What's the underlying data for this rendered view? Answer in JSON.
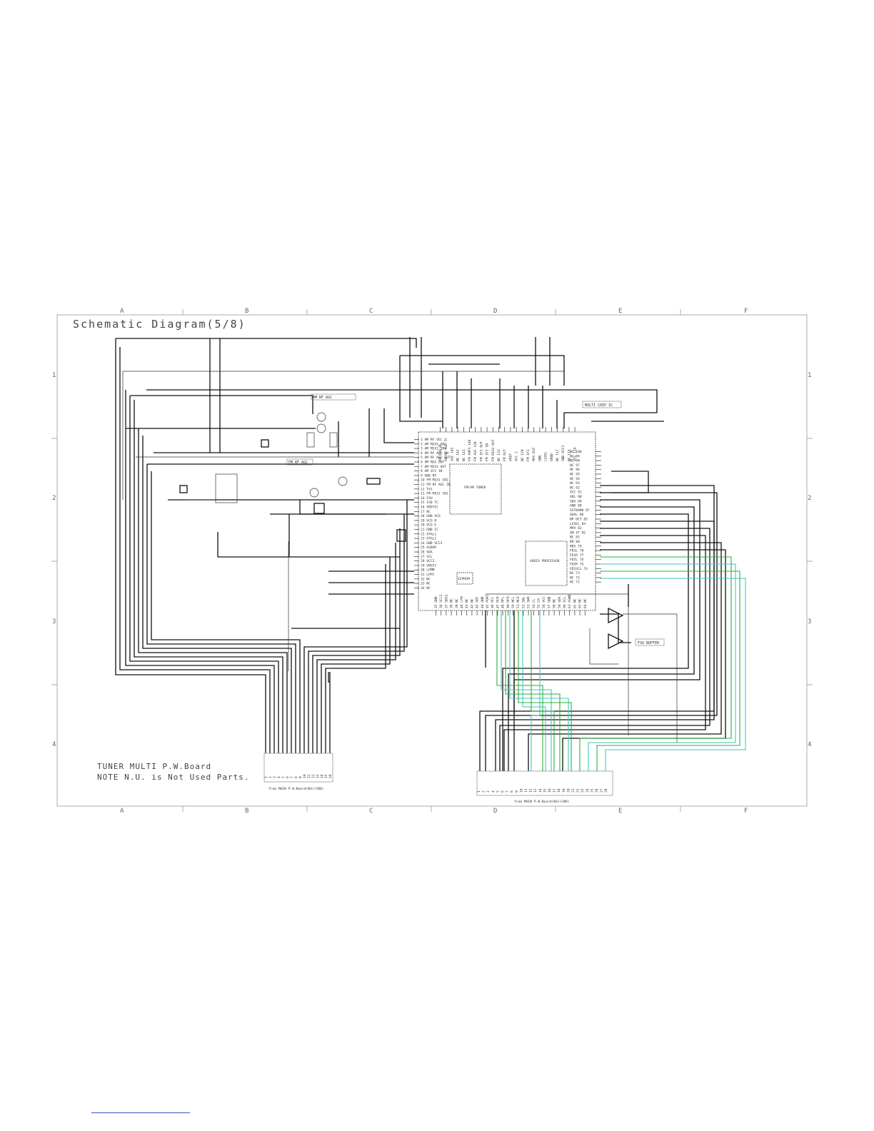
{
  "diagram": {
    "title": "Schematic Diagram(5/8)",
    "note_line1": "TUNER MULTI P.W.Board",
    "note_line2": "NOTE N.U. is Not Used Parts.",
    "col_labels": [
      "A",
      "B",
      "C",
      "D",
      "E",
      "F"
    ],
    "row_labels": [
      "1",
      "2",
      "3",
      "4"
    ],
    "chip_label": "MULTI CHIP IC",
    "tuner_label": "FM/AM TUNER",
    "processor_label": "AUDIO PROCESSOR",
    "eeprom_label": "EEPROM",
    "am_rf_agc": "AM RF AGC",
    "fm_rf_agc": "FM RF AGC",
    "fsu_buffer": "FSU BUFFER",
    "connector_left_caption": "from MAIN P.W.Board(N4)(CN8)",
    "connector_right_caption": "from MAIN P.W.Board(N4)(CN9)",
    "left_pins": [
      "1 AM RF SEL",
      "2 AM MIX1 IN2",
      "3 AM MIX1 IN1",
      "4 AM RF AGC IN",
      "5 AM RF AGC OUT",
      "6 AM MIX OUT",
      "7 AM MIX2 OUT",
      "8 AM IF2 IN",
      "9 GND RF",
      "10 FM MIX1 IN2",
      "11 FM RF AGC IN",
      "12 TV1",
      "13 FM MIX1 IN1",
      "14 FSU",
      "15 IS0 TC",
      "16 VREFIC",
      "17 NC",
      "18 GND VCO",
      "19 VCO B",
      "20 VCO E",
      "21 GND IC",
      "22 XTAL1",
      "23 XTAL2",
      "24 GND VCC3",
      "25 AS0OP",
      "26 SDA",
      "27 SCL",
      "28 VCC2",
      "29 VREF2",
      "30 LPMM",
      "31 LPPC",
      "32 NC",
      "33 NC",
      "34 NC"
    ],
    "right_pins": [
      "NC 100",
      "NC 99",
      "NC 98",
      "NC 97",
      "NC 96",
      "NC 95",
      "NC 94",
      "NC 93",
      "NC 92",
      "VCC 91",
      "ADL 90",
      "SDA 89",
      "GND 88",
      "SSTBANK 87",
      "QUAL 86",
      "MP DET 85",
      "LEVEL 84",
      "MPX 83",
      "AM IF 82",
      "NC 81",
      "RR 80",
      "RDS 79",
      "FD1L 78",
      "FD1R 77",
      "FD2L 76",
      "FD2R 75",
      "FD1SCL 74",
      "NC 73",
      "NC 72",
      "NC 71"
    ],
    "top_pins": [
      "AM F1H OE",
      "AM RF AGC TC",
      "AGC 143",
      "NC 142",
      "NC 141",
      "FM AMP1 140",
      "FM AGC 139",
      "FM IF1 OUT",
      "FM IF2 IN",
      "FM MIX2 OUT",
      "NC 133",
      "FM OUT",
      "VREF",
      "VCC 2",
      "NC 129",
      "FM IF1",
      "MPX OUT",
      "GND",
      "LEVEL",
      "VDDD",
      "NC 117",
      "GND VCC3",
      "NC 115",
      "VCC 114"
    ],
    "bottom_pins": [
      "35 GND",
      "36 SCL2",
      "37 SDA2",
      "38 NC",
      "39 NC",
      "40 LPH",
      "41 NC",
      "42 NC",
      "43 ADC",
      "44 GND",
      "45 PORT",
      "46 RCL",
      "47 RCR",
      "48 RFL",
      "49 RFR",
      "50 MCL",
      "51 MCR",
      "52 SWL",
      "53 SWR",
      "54 CL",
      "55 CR",
      "56 VCC",
      "57 GND",
      "58 NC",
      "59 SDA",
      "60 SCL",
      "61 AGND",
      "62 NC",
      "63 NC",
      "64 NC"
    ],
    "left_connector_pins": [
      "1",
      "2",
      "3",
      "4",
      "5",
      "6",
      "7",
      "8",
      "9",
      "10",
      "11",
      "12",
      "13",
      "14",
      "15",
      "16"
    ],
    "right_connector_pins": [
      "1",
      "2",
      "3",
      "4",
      "5",
      "6",
      "7",
      "8",
      "9",
      "10",
      "11",
      "12",
      "13",
      "14",
      "15",
      "16",
      "17",
      "18",
      "19",
      "20",
      "21",
      "22",
      "23",
      "24",
      "25",
      "26",
      "27",
      "28"
    ]
  }
}
